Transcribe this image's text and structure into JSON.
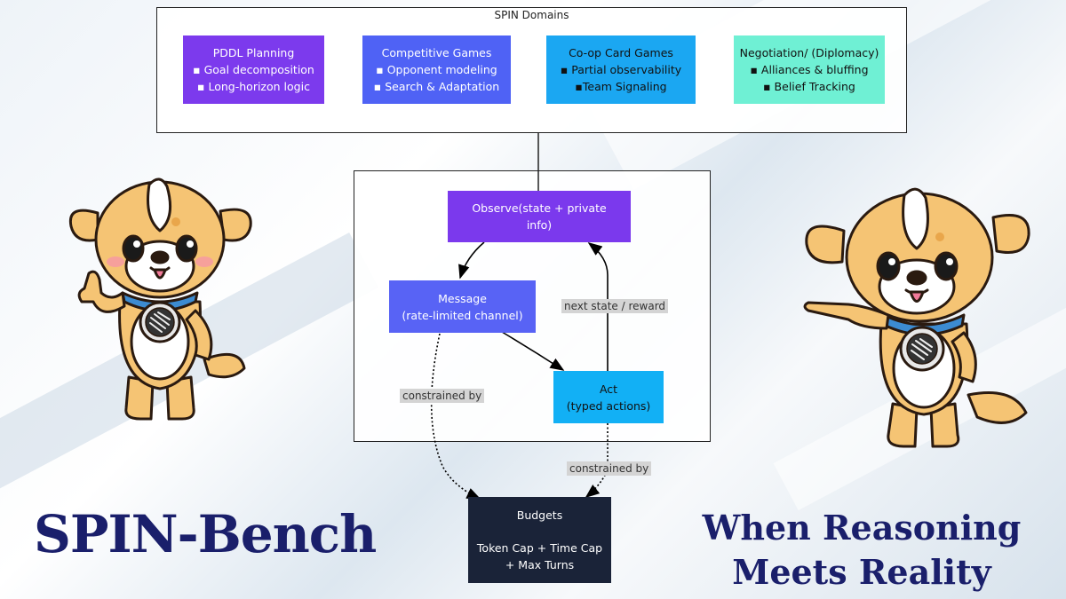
{
  "domains": {
    "title": "SPIN Domains",
    "items": [
      {
        "title": "PDDL Planning",
        "line1": "▪ Goal decomposition",
        "line2": "▪ Long-horizon logic",
        "color": "#7c3aed",
        "text_color": "#ffffff"
      },
      {
        "title": "Competitive Games",
        "line1": "▪ Opponent modeling",
        "line2": "▪ Search & Adaptation",
        "color": "#4f62f5",
        "text_color": "#ffffff"
      },
      {
        "title": "Co-op Card Games",
        "line1": "▪ Partial observability",
        "line2": "▪Team Signaling",
        "color": "#1ba7f2",
        "text_color": "#111111"
      },
      {
        "title": "Negotiation/ (Diplomacy)",
        "line1": "▪ Alliances & bluffing",
        "line2": "▪ Belief Tracking",
        "color": "#6ff0d4",
        "text_color": "#111111"
      }
    ]
  },
  "loop": {
    "observe": {
      "line1": "Observe(state + private",
      "line2": "info)",
      "color": "#7b39ed"
    },
    "message": {
      "line1": "Message",
      "line2": "(rate-limited channel)",
      "color": "#5863f5"
    },
    "act": {
      "line1": "Act",
      "line2": "(typed actions)",
      "color": "#12b0f5"
    },
    "next_state_label": "next state / reward"
  },
  "constraints": {
    "left_label": "constrained by",
    "right_label": "constrained by"
  },
  "budgets": {
    "title": "Budgets",
    "line1": "Token Cap + Time Cap",
    "line2": "+ Max Turns",
    "color": "#1a2338"
  },
  "brand": {
    "title": "SPIN-Bench",
    "tagline_line1": "When Reasoning",
    "tagline_line2": "Meets Reality",
    "text_color": "#1a1f6b"
  },
  "mascots": {
    "left": "thumbs-up-puppy",
    "right": "pointing-puppy"
  }
}
